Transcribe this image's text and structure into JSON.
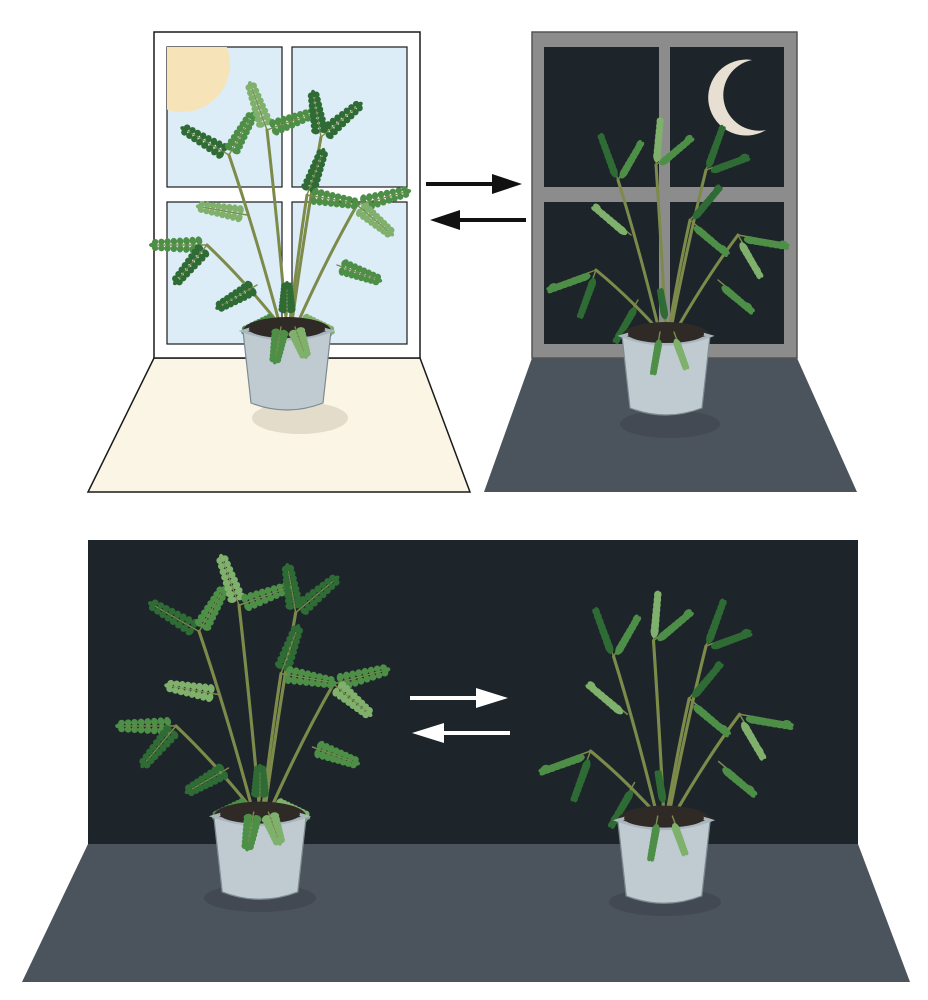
{
  "colors": {
    "page_bg": "#ffffff",
    "day_sky": "#dcedf7",
    "sun": "#f7e3b8",
    "day_frame": "#ffffff",
    "outline": "#1a1a1a",
    "day_floor": "#faf5e4",
    "night_sky": "#1d252b",
    "night_frame": "#8c8c8c",
    "moon": "#e6dfd2",
    "night_floor": "#4b535d",
    "dark_wall": "#1d252b",
    "dark_floor": "#4b535d",
    "pot": "#bfcbd1",
    "pot_rim": "#a9b6bd",
    "soil": "#2f2a26",
    "stem": "#7c8a4a",
    "leaf_dark": "#2f6b34",
    "leaf_mid": "#4e8f48",
    "leaf_light": "#7fb16c",
    "arrow_dark": "#111111",
    "arrow_light": "#ffffff"
  },
  "scenes": {
    "day_window": {
      "plant_state": "open",
      "light": "sun"
    },
    "night_window": {
      "plant_state": "folded",
      "light": "moon"
    },
    "dark_room": {
      "left_plant_state": "open",
      "right_plant_state": "folded"
    }
  },
  "arrows": {
    "top_pair": [
      "right",
      "left"
    ],
    "bottom_pair": [
      "right",
      "left"
    ]
  }
}
